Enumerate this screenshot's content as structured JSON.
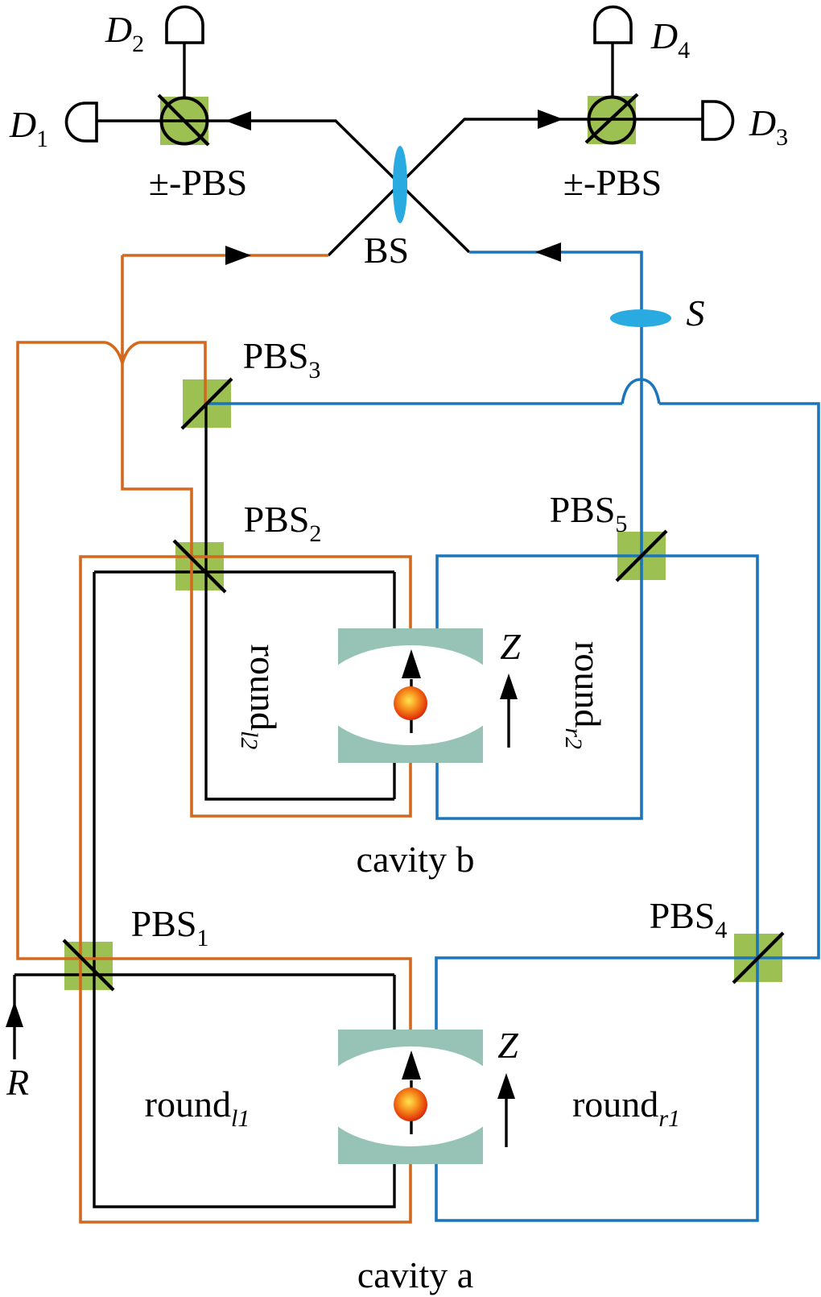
{
  "colors": {
    "orange_path": "#D2691E",
    "blue_path": "#1B75BC",
    "pbs_green": "#9CC152",
    "mirror_teal": "#97C3B7",
    "lens_blue": "#29ABE2",
    "line_black": "#000000",
    "atom_core": "#FFE552",
    "atom_mid": "#F7931E",
    "atom_outer": "#E43A0A",
    "atom_rim": "#7E0000"
  },
  "labels": {
    "d1": {
      "main": "D",
      "sub": "1"
    },
    "d2": {
      "main": "D",
      "sub": "2"
    },
    "d3": {
      "main": "D",
      "sub": "3"
    },
    "d4": {
      "main": "D",
      "sub": "4"
    },
    "pm_pbs_left": "±-PBS",
    "pm_pbs_right": "±-PBS",
    "bs": "BS",
    "source": "S",
    "pbs1": {
      "main": "PBS",
      "sub": "1"
    },
    "pbs2": {
      "main": "PBS",
      "sub": "2"
    },
    "pbs3": {
      "main": "PBS",
      "sub": "3"
    },
    "pbs4": {
      "main": "PBS",
      "sub": "4"
    },
    "pbs5": {
      "main": "PBS",
      "sub": "5"
    },
    "round_l2": {
      "main": "round",
      "sub": "l2"
    },
    "round_r2": {
      "main": "round",
      "sub": "r2"
    },
    "round_l1": {
      "main": "round",
      "sub": "l1"
    },
    "round_r1": {
      "main": "round",
      "sub": "r1"
    },
    "cavity_b": "cavity b",
    "cavity_a": "cavity a",
    "input_r": "R",
    "z_axis_b": "Z",
    "z_axis_a": "Z"
  },
  "icons": {
    "detector": "white dome photodetector outline",
    "pm_pbs": "green square with crossed circle (±-basis polarizing beam splitter)",
    "pbs": "green square with diagonal line (polarizing beam splitter)",
    "bs_lens": "vertical blue ellipse at beam-splitter crossing",
    "source_lens": "horizontal blue ellipse (source S)",
    "atom": "red-orange ball with upward spin arrow inside optical cavity",
    "arrow": "filled black triangle indicating beam direction"
  }
}
